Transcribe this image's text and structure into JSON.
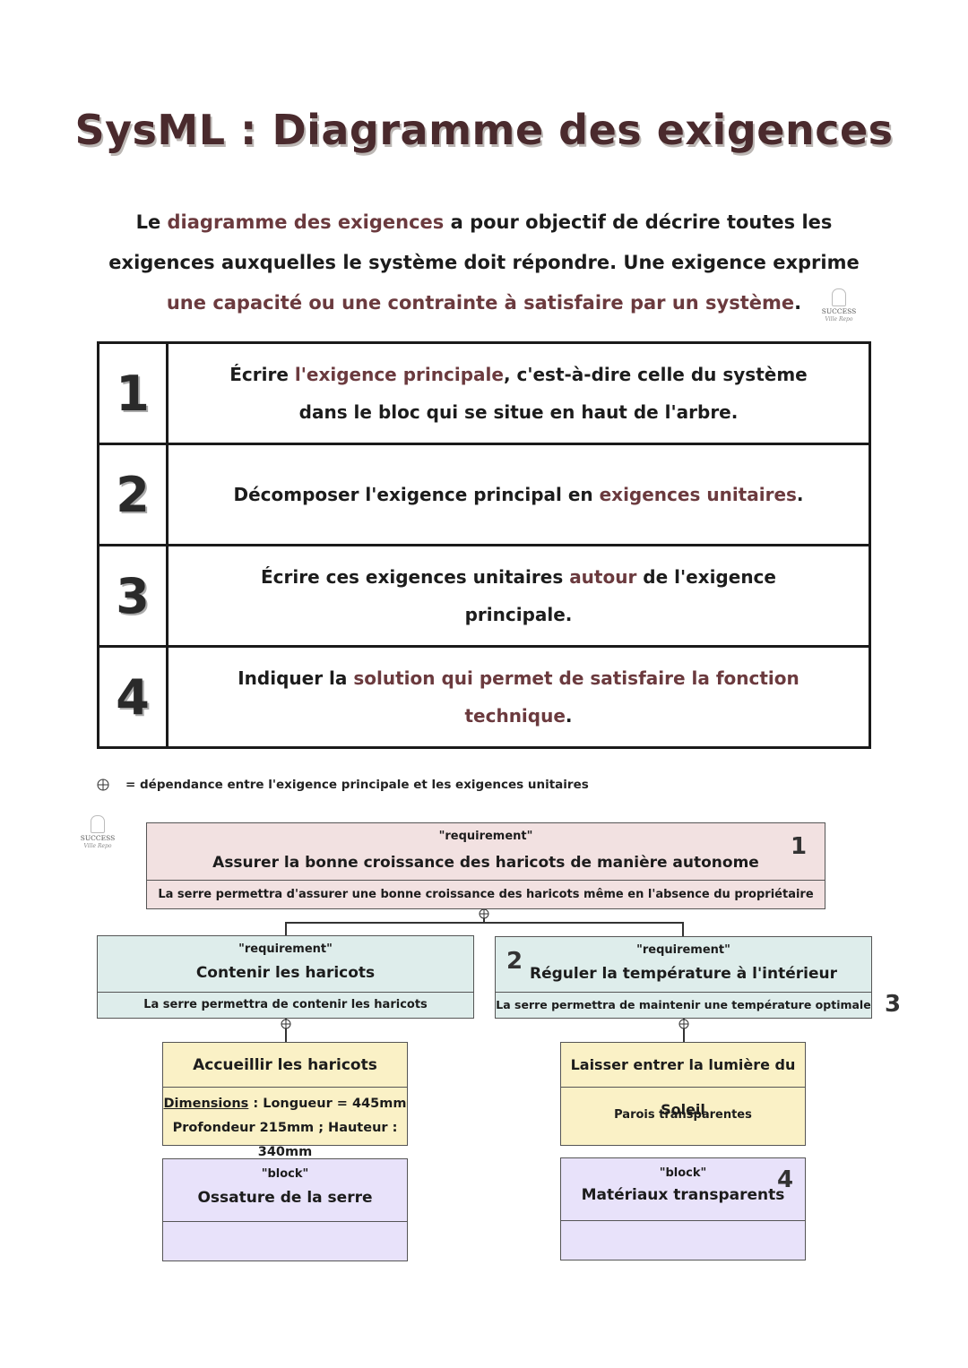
{
  "title": "SysML : Diagramme des exigences",
  "intro": {
    "p1": "Le ",
    "p2": "diagramme des exigences",
    "p3": " a pour objectif de décrire toutes les exigences auxquelles le système doit répondre. Une exigence exprime ",
    "p4": "une capacité ou une contrainte à satisfaire par un système",
    "p5": "."
  },
  "logo": {
    "name": "SUCCESS",
    "tagline": "Ville Repo"
  },
  "steps": [
    {
      "num": "1",
      "a": "Écrire ",
      "b": "l'exigence principale",
      "c": ", c'est-à-dire celle du système dans le bloc qui se situe en haut de l'arbre."
    },
    {
      "num": "2",
      "a": "Décomposer l'exigence principal en ",
      "b": "exigences unitaires",
      "c": "."
    },
    {
      "num": "3",
      "a": "Écrire ces exigences unitaires ",
      "b": "autour",
      "c": " de l'exigence principale."
    },
    {
      "num": "4",
      "a": "Indiquer la ",
      "b": "solution qui permet de satisfaire la fonction technique",
      "c": "."
    }
  ],
  "legend": "= dépendance entre l'exigence principale et les exigences unitaires",
  "diagram": {
    "main": {
      "stereotype": "\"requirement\"",
      "name": "Assurer la bonne croissance des haricots de manière autonome",
      "desc": "La serre permettra d'assurer une bonne croissance des haricots même en l'absence du propriétaire",
      "num": "1"
    },
    "left_req": {
      "stereotype": "\"requirement\"",
      "name": "Contenir les haricots",
      "desc": "La serre permettra de contenir les haricots"
    },
    "right_req": {
      "stereotype": "\"requirement\"",
      "name": "Réguler la température à l'intérieur",
      "desc": "La serre permettra de maintenir une température optimale",
      "num_left": "2",
      "num_right": "3"
    },
    "left_fn": {
      "name": "Accueillir les haricots",
      "dim_label": "Dimensions",
      "dim_rest": " : Longueur = 445mm",
      "line2": "Profondeur 215mm ; Hauteur : 340mm"
    },
    "right_fn": {
      "name": "Laisser entrer la lumière du Soleil",
      "desc": "Parois transparentes"
    },
    "left_block": {
      "stereotype": "\"block\"",
      "name": "Ossature de la serre"
    },
    "right_block": {
      "stereotype": "\"block\"",
      "name": "Matériaux transparents",
      "num": "4"
    }
  }
}
